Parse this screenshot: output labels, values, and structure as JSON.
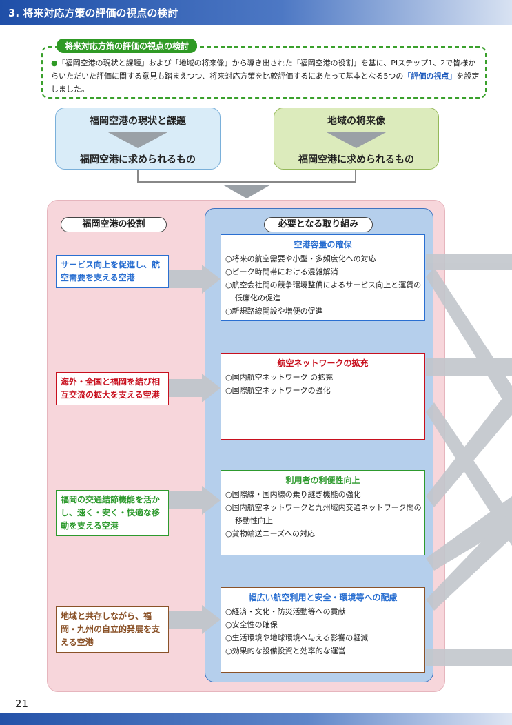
{
  "header": {
    "title": "3. 将来対応方策の評価の視点の検討"
  },
  "summary": {
    "label": "将来対応方策の評価の視点の検討",
    "bullet": "●",
    "text_before": "「福岡空港の現状と課題」および「地域の将来像」から導き出された「福岡空港の役割」を基に、PIステップ1、2で皆様からいただいた評価に関する意見も踏まえつつ、将来対応方策を比較評価するにあたって基本となる5つの",
    "highlight": "「評価の視点」",
    "text_after": "を設定しました。"
  },
  "top_boxes": {
    "current": {
      "title": "福岡空港の現状と課題",
      "result": "福岡空港に求められるもの"
    },
    "regional": {
      "title": "地域の将来像",
      "result": "福岡空港に求められるもの"
    }
  },
  "roles": {
    "label": "福岡空港の役割",
    "items": [
      {
        "text": "サービス向上を促進し、航空需要を支える空港",
        "color": "#2a6fd1"
      },
      {
        "text": "海外・全国と福岡を結び相互交流の拡大を支える空港",
        "color": "#c8101e"
      },
      {
        "text": "福岡の交通結節機能を活かし、速く・安く・快適な移動を支える空港",
        "color": "#2e9a2e"
      },
      {
        "text": "地域と共存しながら、福岡・九州の自立的発展を支える空港",
        "color": "#8a5228"
      }
    ]
  },
  "efforts": {
    "label": "必要となる取り組み",
    "items": [
      {
        "title": "空港容量の確保",
        "color": "#2a6fd1",
        "points": [
          "○将来の航空需要や小型・多頻度化への対応",
          "○ピーク時間帯における混雑解消",
          "○航空会社間の競争環境整備によるサービス向上と運賃の低廉化の促進",
          "○新規路線開設や増便の促進"
        ]
      },
      {
        "title": "航空ネットワークの拡充",
        "color": "#c8101e",
        "points": [
          "○国内航空ネットワーク の拡充",
          "○国際航空ネットワークの強化"
        ]
      },
      {
        "title": "利用者の利便性向上",
        "color": "#2e9a2e",
        "points": [
          "○国際線・国内線の乗り継ぎ機能の強化",
          "○国内航空ネットワークと九州域内交通ネットワーク間の移動性向上",
          "○貨物輸送ニーズへの対応"
        ]
      },
      {
        "title": "幅広い航空利用と安全・環境等への配慮",
        "color": "#8a5228",
        "points": [
          "○経済・文化・防災活動等への貢献",
          "○安全性の確保",
          "○生活環境や地球環境へ与える影響の軽減",
          "○効果的な設備投資と効率的な運営"
        ]
      }
    ]
  },
  "page_number": "21"
}
